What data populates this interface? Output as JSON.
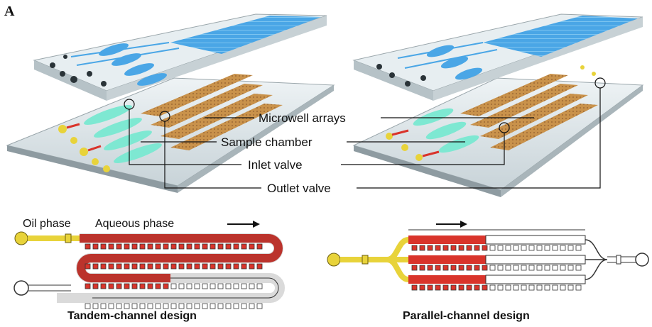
{
  "panel_label": "A",
  "callouts": {
    "microwell_arrays": "Microwell arrays",
    "sample_chamber": "Sample chamber",
    "inlet_valve": "Inlet valve",
    "outlet_valve": "Outlet valve"
  },
  "schematic": {
    "oil_phase": "Oil phase",
    "aqueous_phase": "Aqueous phase",
    "tandem_caption": "Tandem-channel design",
    "parallel_caption": "Parallel-channel design"
  },
  "colors": {
    "channel_fluid": "#4aa6e6",
    "microwell_gold": "#c9924b",
    "chamber_cyan": "#7ee8d2",
    "aqueous_red": "#d9342b",
    "oil_yellow": "#e8d33a"
  }
}
